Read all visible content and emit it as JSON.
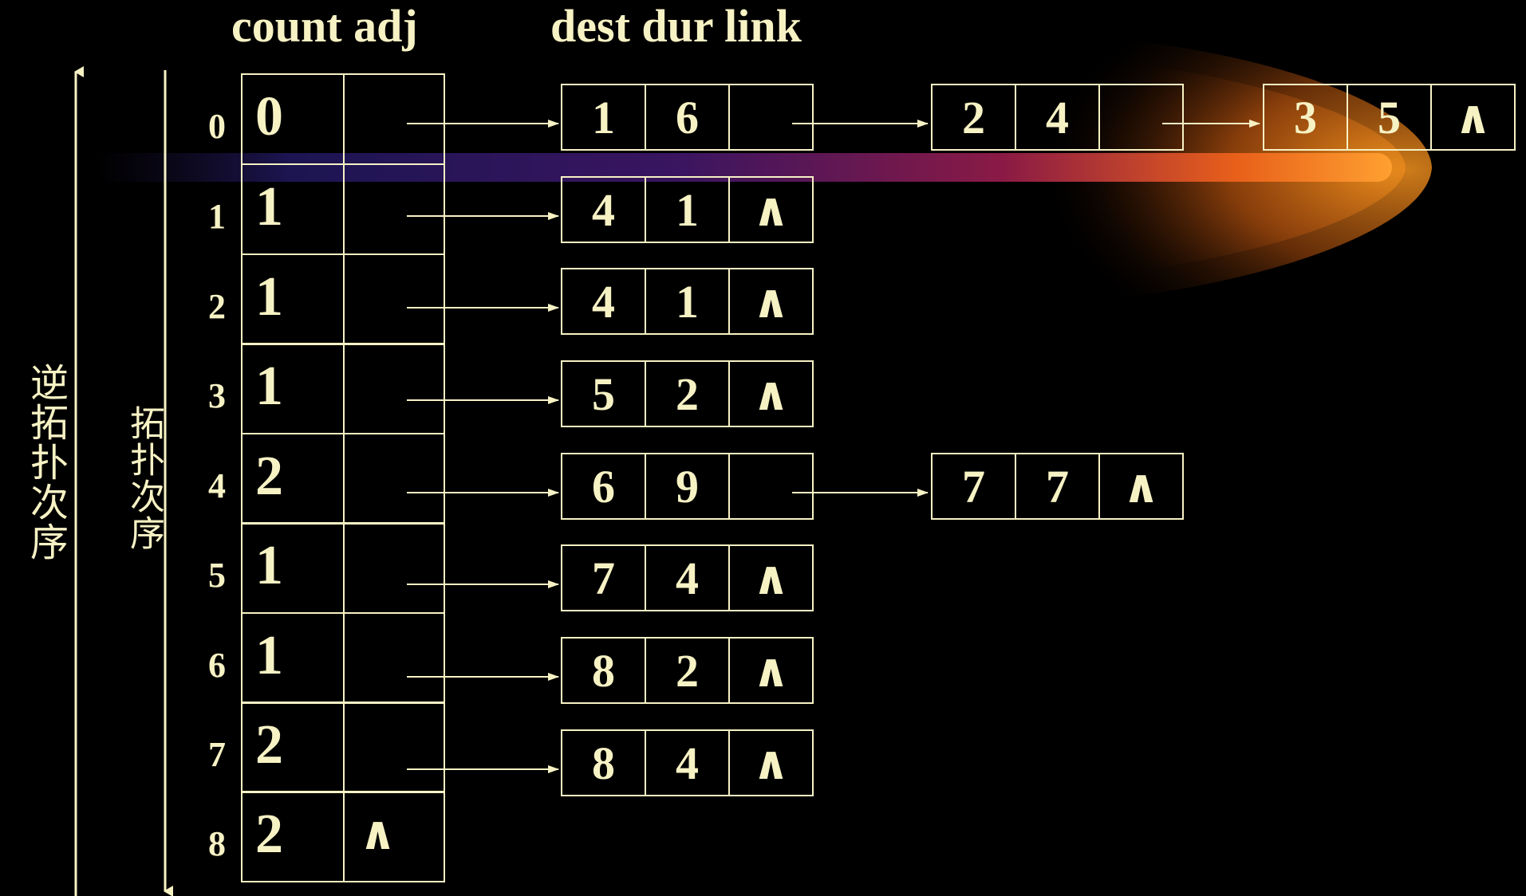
{
  "headers": {
    "count_adj": "count adj",
    "dest_dur_link": "dest  dur  link"
  },
  "side_labels": {
    "reverse_order": "逆拓扑次序",
    "topo_order": "拓扑次序"
  },
  "null_symbol": "∧",
  "rows": [
    {
      "index": "0",
      "count": "0",
      "adj_null": false,
      "nodes": [
        {
          "dest": "1",
          "dur": "6",
          "link_null": false
        },
        {
          "dest": "2",
          "dur": "4",
          "link_null": false
        },
        {
          "dest": "3",
          "dur": "5",
          "link_null": true
        }
      ]
    },
    {
      "index": "1",
      "count": "1",
      "adj_null": false,
      "nodes": [
        {
          "dest": "4",
          "dur": "1",
          "link_null": true
        }
      ]
    },
    {
      "index": "2",
      "count": "1",
      "adj_null": false,
      "nodes": [
        {
          "dest": "4",
          "dur": "1",
          "link_null": true
        }
      ]
    },
    {
      "index": "3",
      "count": "1",
      "adj_null": false,
      "nodes": [
        {
          "dest": "5",
          "dur": "2",
          "link_null": true
        }
      ]
    },
    {
      "index": "4",
      "count": "2",
      "adj_null": false,
      "nodes": [
        {
          "dest": "6",
          "dur": "9",
          "link_null": false
        },
        {
          "dest": "7",
          "dur": "7",
          "link_null": true
        }
      ]
    },
    {
      "index": "5",
      "count": "1",
      "adj_null": false,
      "nodes": [
        {
          "dest": "7",
          "dur": "4",
          "link_null": true
        }
      ]
    },
    {
      "index": "6",
      "count": "1",
      "adj_null": false,
      "nodes": [
        {
          "dest": "8",
          "dur": "2",
          "link_null": true
        }
      ]
    },
    {
      "index": "7",
      "count": "2",
      "adj_null": false,
      "nodes": [
        {
          "dest": "8",
          "dur": "4",
          "link_null": true
        }
      ]
    },
    {
      "index": "8",
      "count": "2",
      "adj_null": true,
      "nodes": []
    }
  ],
  "colors": {
    "foreground": "#f7f2c4",
    "background": "#000000"
  }
}
